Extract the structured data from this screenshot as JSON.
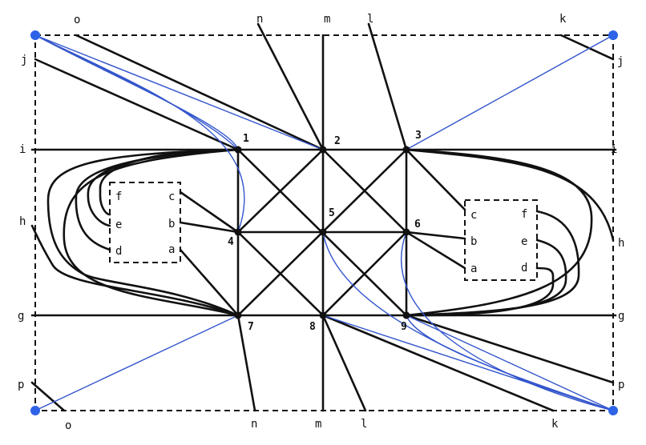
{
  "diagram": {
    "colors": {
      "ink": "#111111",
      "accent": "#2e63e8",
      "blue_edge": "#3355cc"
    },
    "nodes": [
      "1",
      "2",
      "3",
      "4",
      "5",
      "6",
      "7",
      "8",
      "9"
    ],
    "border_labels": {
      "top": [
        "o",
        "n",
        "m",
        "l",
        "k"
      ],
      "bottom": [
        "o",
        "n",
        "m",
        "l",
        "k"
      ],
      "left": [
        "j",
        "i",
        "h",
        "g",
        "p"
      ],
      "right": [
        "j",
        "i",
        "h",
        "g",
        "p"
      ]
    },
    "left_box_labels": [
      "f",
      "e",
      "d",
      "c",
      "b",
      "a"
    ],
    "right_box_labels": [
      "c",
      "b",
      "a",
      "f",
      "e",
      "d"
    ]
  }
}
